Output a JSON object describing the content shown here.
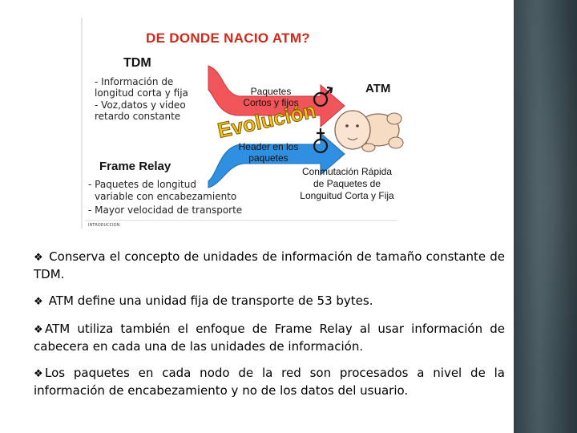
{
  "figure": {
    "title": "DE DONDE NACIO ATM?",
    "tdm_heading": "TDM",
    "tdm_bullets": [
      "- Información de",
      "longitud corta y fija",
      "- Voz,datos y video",
      "retardo constante"
    ],
    "frame_relay_heading": "Frame Relay",
    "fr_bullets": [
      "- Paquetes de longitud",
      "variable con encabezamiento",
      "- Mayor velocidad de transporte"
    ],
    "top_arrow_label": [
      "Paquetes",
      "Cortos y fijos"
    ],
    "bottom_arrow_label": [
      "Header en los",
      "paquetes"
    ],
    "evolution_word": "Evolución",
    "atm_heading": "ATM",
    "conmutacion": [
      "Conmutación Rápida",
      "de Paquetes de",
      "Longuitud Corta y Fija"
    ],
    "footer_tiny": "INTRODUCCION"
  },
  "bullet_symbol": "❖",
  "paragraphs": [
    "Conserva el concepto de unidades de información de tamaño constante de TDM.",
    "ATM define una unidad fija de transporte de 53 bytes.",
    "ATM utiliza también el enfoque de Frame Relay al usar información de cabecera en cada una de las unidades de información.",
    "Los paquetes en cada nodo de la red  son procesados a nivel de la información de encabezamiento y no de los datos del usuario."
  ],
  "colors": {
    "title_red": "#d0291a",
    "arrow_red": "#f0555a",
    "arrow_blue": "#2f8fe0",
    "evolution_yellow": "#f6c21a",
    "sidebar": "#33464e"
  }
}
